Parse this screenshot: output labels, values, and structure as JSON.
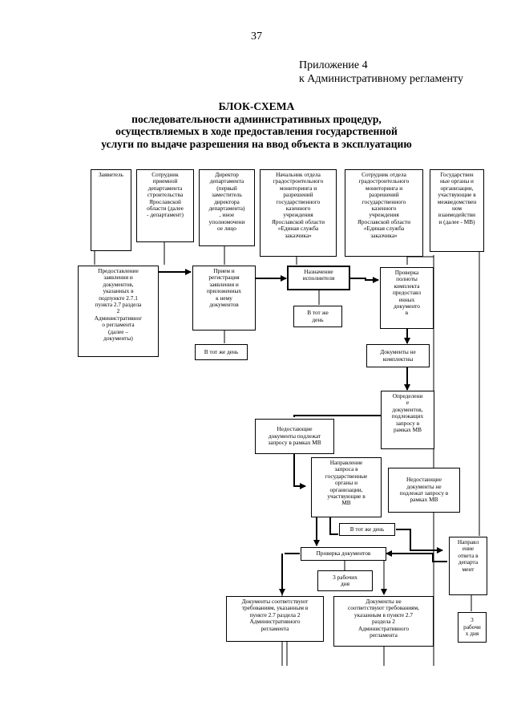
{
  "header": {
    "page_number": "37",
    "appendix_line1": "Приложение 4",
    "appendix_line2": "к Административному регламенту"
  },
  "title": {
    "line1": "БЛОК-СХЕМА",
    "line2": "последовательности административных процедур,",
    "line3": "осуществляемых в ходе предоставления государственной",
    "line4": "услуги по выдаче разрешения на ввод объекта в эксплуатацию"
  },
  "actors": [
    "Заявитель",
    "Сотрудник\nприемной\nдепартамента\nстроительства\nЯрославской\nобласти (далее\n- департамент)",
    "Директор\nдепартамента\n(первый\nзаместитель\nдиректора\nдепартамента)\n, иное\nуполномочени\nое лицо",
    "Начальник отдела\nградостроительного\nмониторинга и\nразрешений\nгосударственного\nказенного\nучреждения\nЯрославской области\n«Единая служба\nзаказчика»",
    "Сотрудник отдела\nградостроительного\nмониторинга и\nразрешений\nгосударственного\nказенного\nучреждения\nЯрославской области\n«Единая служба\nзаказчика»",
    "Государствен\nные органы и\nорганизации,\nучаствующие в\nмежведомствен\nном\nвзаимодействи\nи (далее - МВ)"
  ],
  "steps": {
    "submission": "Предоставление\nзаявления и\nдокументов,\nуказанных в\nподпункте 2.7.1\nпункта 2.7 раздела\n2\nАдминистративног\nо регламента\n(далее –\nдокументы)",
    "registration": "Прием и\nрегистрация\nзаявления и\nприложенных\nк нему\nдокументов",
    "same_day_1": "В тот же день",
    "assign": "Назначение\nисполнителя",
    "same_day_2": "В тот же\nдень",
    "check_complete": "Проверка\nполноты\nкомплекта\nпредоставл\nенных\nдокументо\nв",
    "incomplete": "Документы не\nкомплектны",
    "define_docs": "Определени\nе\nдокументов,\nподлежащих\nзапросу в\nрамках МВ",
    "missing_subject": "Недостающие\nдокументы подлежат\nзапросу в рамках МВ",
    "send_request": "Направление\nзапроса в\nгосударственные\nорганы и\nорганизации,\nучаствующие в\nМВ",
    "missing_not_subject": "Недостающие\nдокументы не\nподлежат запросу в\nрамках МВ",
    "same_day_3": "В тот же день",
    "response": "Направл\nение\nответа в\nдепарта\nмент",
    "check_docs": "Проверка документов",
    "three_days_1": "3 рабочих\nдня",
    "three_days_2": "3\nрабочи\nх дня",
    "docs_ok": "Документы соответствуют\nтребованиям, указанным в\nпункте 2.7 раздела 2\nАдминистративного\nрегламента",
    "docs_not_ok": "Документы не\nсоответствуют требованиям,\nуказанным в пункте 2.7\nраздела 2\nАдминистративного\nрегламента"
  }
}
